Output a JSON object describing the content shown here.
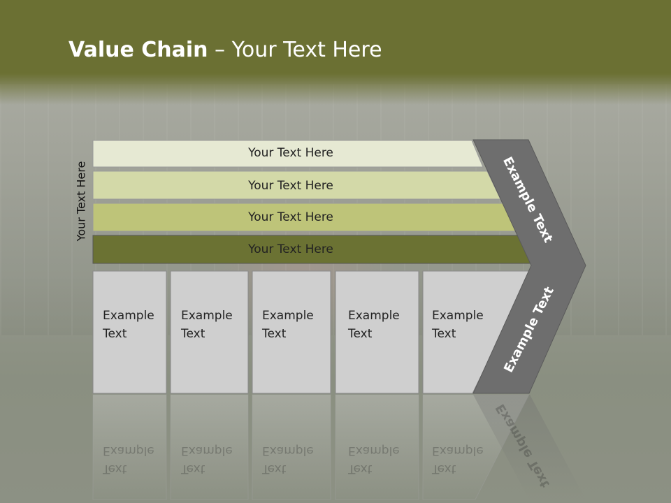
{
  "slide": {
    "title_bold": "Value Chain",
    "title_rest": " – Your Text Here",
    "vertical_label": "Your Text Here"
  },
  "bars": [
    {
      "label": "Your Text Here",
      "color": "#e6e9d3"
    },
    {
      "label": "Your Text Here",
      "color": "#d3d9a8"
    },
    {
      "label": "Your Text Here",
      "color": "#bec479"
    },
    {
      "label": "Your Text Here",
      "color": "#6b7233"
    }
  ],
  "boxes": [
    {
      "line1": "Example",
      "line2": "Text"
    },
    {
      "line1": "Example",
      "line2": "Text"
    },
    {
      "line1": "Example",
      "line2": "Text"
    },
    {
      "line1": "Example",
      "line2": "Text"
    },
    {
      "line1": "Example",
      "line2": "Text"
    }
  ],
  "chevron": {
    "top_label": "Example Text",
    "bottom_label": "Example Text",
    "color": "#6e6e6e"
  }
}
